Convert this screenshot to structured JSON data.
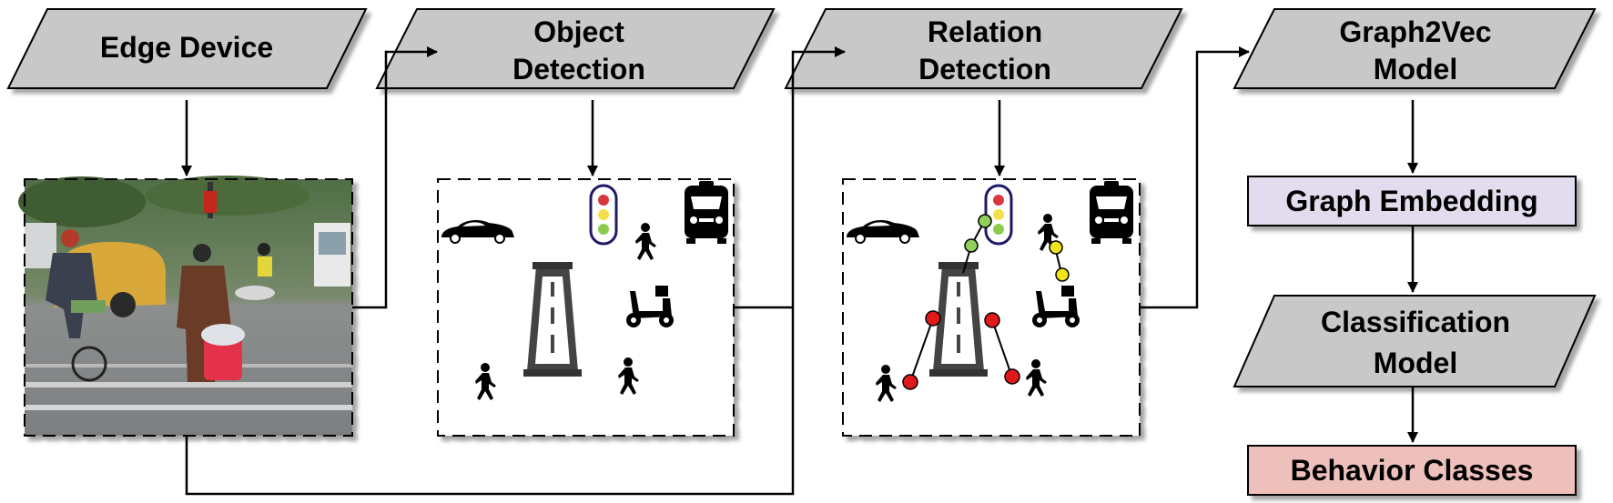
{
  "nodes": {
    "edge_device": {
      "label": "Edge Device"
    },
    "object_detection": {
      "line1": "Object",
      "line2": "Detection"
    },
    "relation_detection": {
      "line1": "Relation",
      "line2": "Detection"
    },
    "graph2vec": {
      "line1": "Graph2Vec",
      "line2": "Model"
    },
    "graph_embedding": {
      "label": "Graph Embedding"
    },
    "classification": {
      "line1": "Classification",
      "line2": "Model"
    },
    "behavior_classes": {
      "label": "Behavior Classes"
    }
  },
  "colors": {
    "process_fill": "#c8c8c8",
    "embedding_fill": "#e2dcee",
    "behavior_fill": "#eec0bb",
    "relation_red": "#e01a1a",
    "relation_green": "#8fd05a",
    "relation_yellow": "#f1e21a"
  },
  "icons": [
    "car-icon",
    "traffic-light-icon",
    "taxi-icon",
    "pedestrian-icon",
    "scooter-icon",
    "crosswalk-road-icon"
  ]
}
